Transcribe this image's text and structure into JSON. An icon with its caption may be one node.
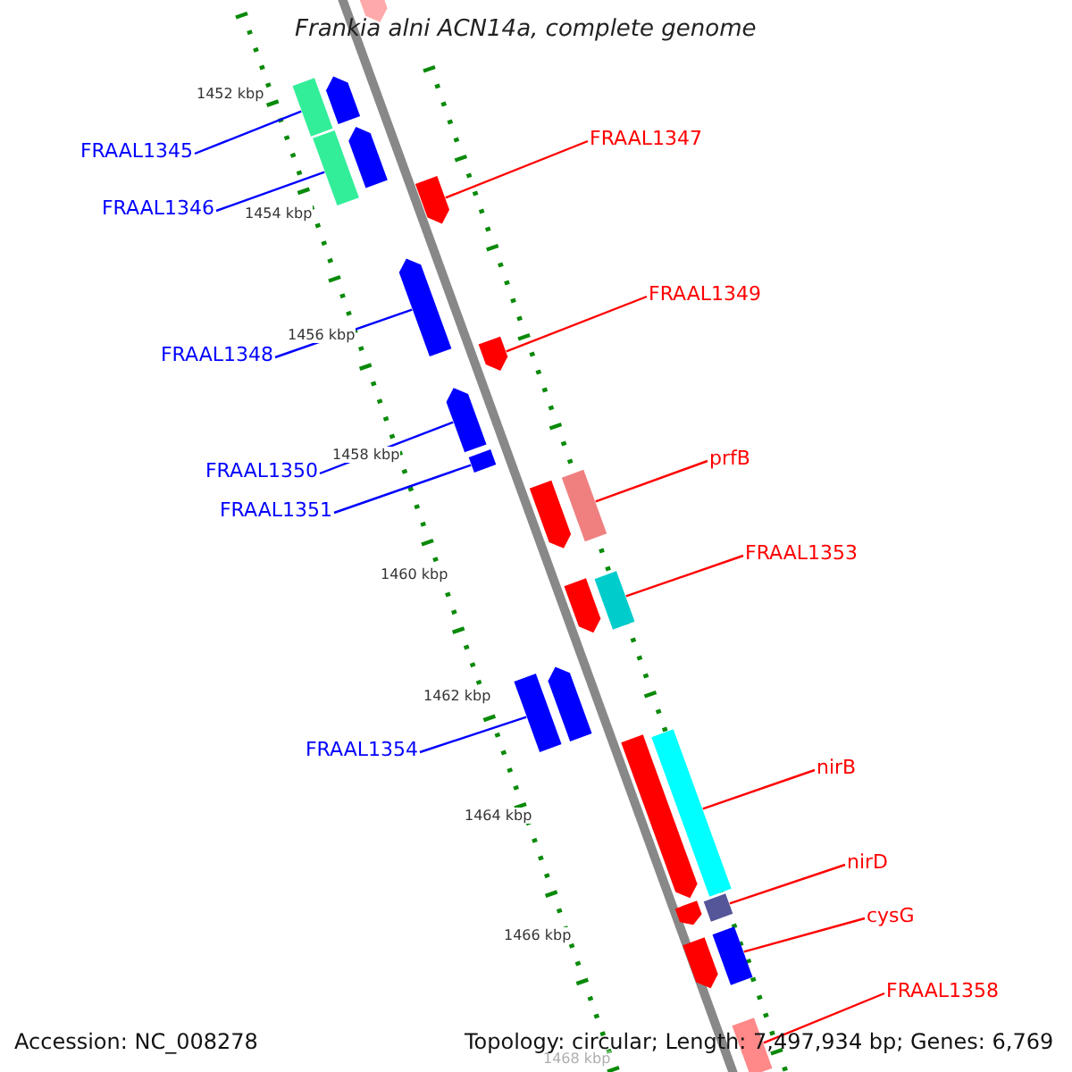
{
  "diagram": {
    "title": "Frankia alni ACN14a, complete genome",
    "nodes": [
      {
        "text": [
          "FRAAL1347"
        ]
      },
      {
        "text": [
          "FRAAL1345"
        ]
      },
      {
        "text": [
          "FRAAL1346"
        ]
      },
      {
        "text": [
          "FRAAL1349"
        ]
      },
      {
        "text": [
          "FRAAL1348"
        ]
      },
      {
        "text": [
          "prfB"
        ]
      },
      {
        "text": [
          "FRAAL1350"
        ]
      },
      {
        "text": [
          "FRAAL1351"
        ]
      },
      {
        "text": [
          "FRAAL1353"
        ]
      },
      {
        "text": [
          "FRAAL1354"
        ]
      },
      {
        "text": [
          "nirB"
        ]
      },
      {
        "text": [
          "nirD"
        ]
      },
      {
        "text": [
          "cysG"
        ]
      },
      {
        "text": [
          "FRAAL1358"
        ]
      },
      {
        "text": [],
        "shape": "bar"
      },
      {
        "text": [],
        "shape": "bar"
      },
      {
        "text": [],
        "shape": "bar"
      },
      {
        "text": [],
        "shape": "bar"
      },
      {
        "text": [],
        "shape": "bar"
      },
      {
        "text": [],
        "shape": "bar"
      },
      {
        "text": [],
        "shape": "bar"
      },
      {
        "text": [],
        "shape": "bar"
      },
      {
        "text": [],
        "shape": "bar"
      },
      {
        "text": [],
        "shape": "bar"
      },
      {
        "text": [],
        "shape": "bar"
      },
      {
        "text": [],
        "shape": "bar"
      },
      {
        "text": [],
        "shape": "bar"
      },
      {
        "text": [],
        "shape": "bar"
      },
      {
        "text": [],
        "shape": "bar"
      },
      {
        "text": [],
        "shape": "bar"
      },
      {
        "text": [],
        "shape": "bar"
      },
      {
        "text": [],
        "shape": "bar"
      },
      {
        "text": [],
        "shape": "bar"
      },
      {
        "text": [],
        "shape": "bar"
      },
      {
        "text": [],
        "shape": "bar"
      },
      {
        "text": [],
        "shape": "bar"
      },
      {
        "text": [],
        "shape": "bar"
      }
    ],
    "edges": [
      {
        "from": 0,
        "to": 19,
        "arrow": "none"
      },
      {
        "from": 1,
        "to": 16,
        "arrow": "none",
        "color": "#0000ff"
      },
      {
        "from": 2,
        "to": 18,
        "arrow": "none",
        "color": "#0000ff"
      },
      {
        "from": 3,
        "to": 21,
        "arrow": "none"
      },
      {
        "from": 4,
        "to": 20,
        "arrow": "none",
        "color": "#0000ff"
      },
      {
        "from": 5,
        "to": 24,
        "arrow": "none"
      },
      {
        "from": 6,
        "to": 22,
        "arrow": "none",
        "color": "#0000ff"
      },
      {
        "from": 7,
        "to": 23,
        "arrow": "none",
        "color": "#0000ff"
      },
      {
        "from": 8,
        "to": 26,
        "arrow": "none"
      },
      {
        "from": 9,
        "to": 29,
        "arrow": "none",
        "color": "#0000ff"
      },
      {
        "from": 10,
        "to": 30,
        "arrow": "none"
      },
      {
        "from": 11,
        "to": 32,
        "arrow": "none"
      },
      {
        "from": 12,
        "to": 34,
        "arrow": "none"
      },
      {
        "from": 13,
        "to": 36,
        "arrow": "none"
      }
    ],
    "labels": [
      "1452 kbp",
      "1454 kbp",
      "1456 kbp",
      "1458 kbp",
      "1460 kbp",
      "1462 kbp",
      "1464 kbp",
      "1466 kbp",
      "1468 kbp",
      "Accession: NC_008278",
      "Topology: circular; Length: 7,497,934 bp; Genes: 6,769"
    ]
  }
}
